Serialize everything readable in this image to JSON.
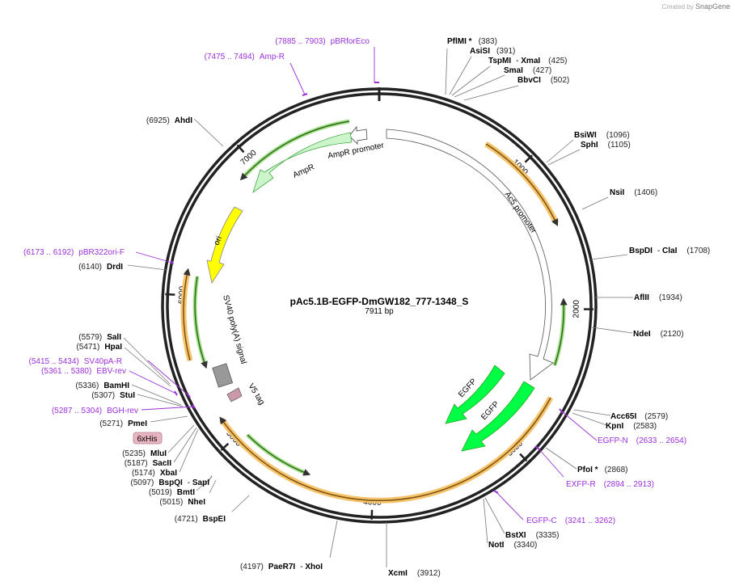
{
  "credit": {
    "prefix": "Created by",
    "brand": "SnapGene"
  },
  "plasmid": {
    "name": "pAc5.1B-EGFP-DmGW182_777-1348_S",
    "size_label": "7911 bp",
    "length": 7911
  },
  "ruler_ticks": [
    {
      "bp": 1000,
      "label": "1000"
    },
    {
      "bp": 2000,
      "label": "2000"
    },
    {
      "bp": 3000,
      "label": "3000"
    },
    {
      "bp": 4000,
      "label": "4000"
    },
    {
      "bp": 5000,
      "label": "5000"
    },
    {
      "bp": 6000,
      "label": "6000"
    },
    {
      "bp": 7000,
      "label": "7000"
    }
  ],
  "enzymes": [
    {
      "name": "PflMI *",
      "pos": "(383)"
    },
    {
      "name": "AsiSI",
      "pos": "(391)"
    },
    {
      "name": "TspMI",
      "name2": "XmaI",
      "pos": "(425)"
    },
    {
      "name": "SmaI",
      "pos": "(427)"
    },
    {
      "name": "BbvCI",
      "pos": "(502)"
    },
    {
      "name": "BsiWI",
      "pos": "(1096)"
    },
    {
      "name": "SphI",
      "pos": "(1105)"
    },
    {
      "name": "NsiI",
      "pos": "(1406)"
    },
    {
      "name": "BspDI",
      "name2": "ClaI",
      "pos": "(1708)"
    },
    {
      "name": "AflII",
      "pos": "(1934)"
    },
    {
      "name": "NdeI",
      "pos": "(2120)"
    },
    {
      "name": "Acc65I",
      "pos": "(2579)"
    },
    {
      "name": "KpnI",
      "pos": "(2583)"
    },
    {
      "name": "PfoI *",
      "pos": "(2868)"
    },
    {
      "name": "BstXI",
      "pos": "(3335)"
    },
    {
      "name": "NotI",
      "pos": "(3340)"
    },
    {
      "name": "XcmI",
      "pos": "(3912)"
    },
    {
      "name": "PaeR7I",
      "name2": "XhoI",
      "pos": "(4197)"
    },
    {
      "name": "BspEI",
      "pos": "(4721)"
    },
    {
      "name": "NheI",
      "pos": "(5015)"
    },
    {
      "name": "BmtI",
      "pos": "(5019)"
    },
    {
      "name": "BspQI",
      "name2": "SapI",
      "pos": "(5097)"
    },
    {
      "name": "XbaI",
      "pos": "(5174)"
    },
    {
      "name": "SacII",
      "pos": "(5187)"
    },
    {
      "name": "MluI",
      "pos": "(5235)"
    },
    {
      "name": "PmeI",
      "pos": "(5271)"
    },
    {
      "name": "StuI",
      "pos": "(5307)"
    },
    {
      "name": "BamHI",
      "pos": "(5336)"
    },
    {
      "name": "HpaI",
      "pos": "(5471)"
    },
    {
      "name": "SalI",
      "pos": "(5579)"
    },
    {
      "name": "DrdI",
      "pos": "(6140)"
    },
    {
      "name": "AhdI",
      "pos": "(6925)"
    }
  ],
  "primers": [
    {
      "name": "pBRforEco",
      "pos": "(7885 .. 7903)"
    },
    {
      "name": "Amp-R",
      "pos": "(7475 .. 7494)"
    },
    {
      "name": "pBR322ori-F",
      "pos": "(6173 .. 6192)"
    },
    {
      "name": "SV40pA-R",
      "pos": "(5415 .. 5434)"
    },
    {
      "name": "EBV-rev",
      "pos": "(5361 .. 5380)"
    },
    {
      "name": "BGH-rev",
      "pos": "(5287 .. 5304)"
    },
    {
      "name": "EGFP-N",
      "pos": "(2633 .. 2654)"
    },
    {
      "name": "EXFP-R",
      "pos": "(2894 .. 2913)"
    },
    {
      "name": "EGFP-C",
      "pos": "(3241 .. 3262)"
    }
  ],
  "features": [
    {
      "name": "AmpR promoter",
      "color": "#ffffff"
    },
    {
      "name": "AmpR",
      "color": "#ccf5cc"
    },
    {
      "name": "ori",
      "color": "#ffff00"
    },
    {
      "name": "Ac5 promoter",
      "color": "#ffffff"
    },
    {
      "name": "EGFP",
      "color": "#00ff44"
    },
    {
      "name": "EGFP",
      "color": "#00ff44"
    },
    {
      "name": "SV40 poly(A) signal",
      "color": "#999999"
    },
    {
      "name": "V5 tag",
      "color": "#cc99aa"
    },
    {
      "name": "6xHis",
      "color": "#e8b4c0"
    }
  ],
  "colors": {
    "orf": "#e8a02c",
    "orf_inner": "#7a5010",
    "green_orf": "#5fbf3f",
    "primer": "#9b30d9",
    "backbone": "#222222"
  }
}
